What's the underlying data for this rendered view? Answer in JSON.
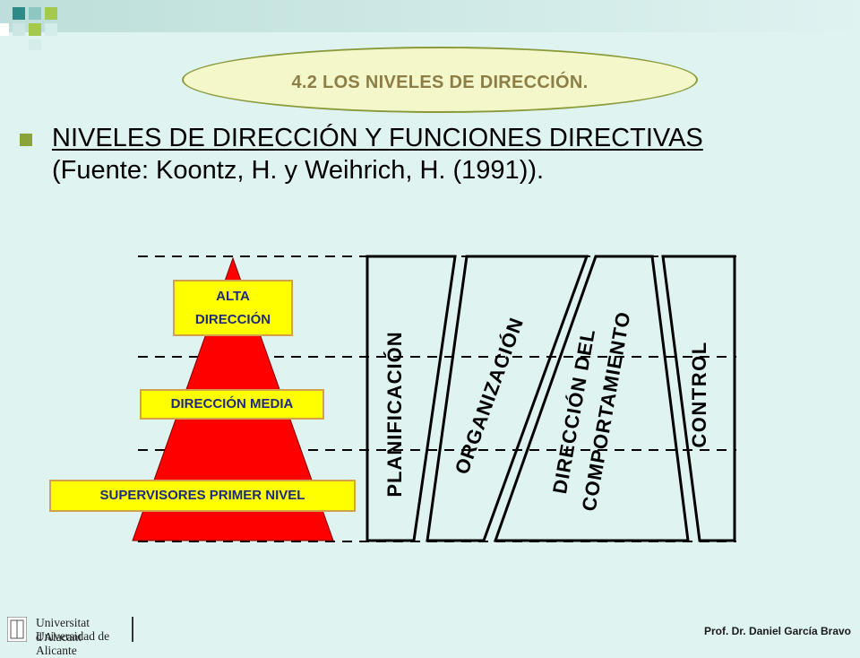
{
  "title": "4.2 LOS NIVELES DE DIRECCIÓN.",
  "heading": {
    "line1": "NIVELES DE DIRECCIÓN Y FUNCIONES DIRECTIVAS",
    "line2": "(Fuente: Koontz, H. y Weihrich, H. (1991))."
  },
  "levels": {
    "alta_line1": "ALTA",
    "alta_line2": "DIRECCIÓN",
    "media": "DIRECCIÓN MEDIA",
    "supervisores": "SUPERVISORES PRIMER NIVEL"
  },
  "functions": {
    "planificacion": "PLANIFICACIÓN",
    "organizacion": "ORGANIZACIÓN",
    "direccion_line1": "DIRECCIÓN DEL",
    "direccion_line2": "COMPORTAMIENTO",
    "control": "CONTROL"
  },
  "footer": {
    "university_line1": "Universitat d'Alacant",
    "university_line2": "Universidad de Alicante",
    "credit": "Prof. Dr. Daniel García Bravo"
  },
  "colors": {
    "pyramid": "#ff0000",
    "level_box": "#ffff00",
    "level_text": "#1f2a7a",
    "title_oval": "#f3f7c9",
    "background": "#dff3f1"
  }
}
